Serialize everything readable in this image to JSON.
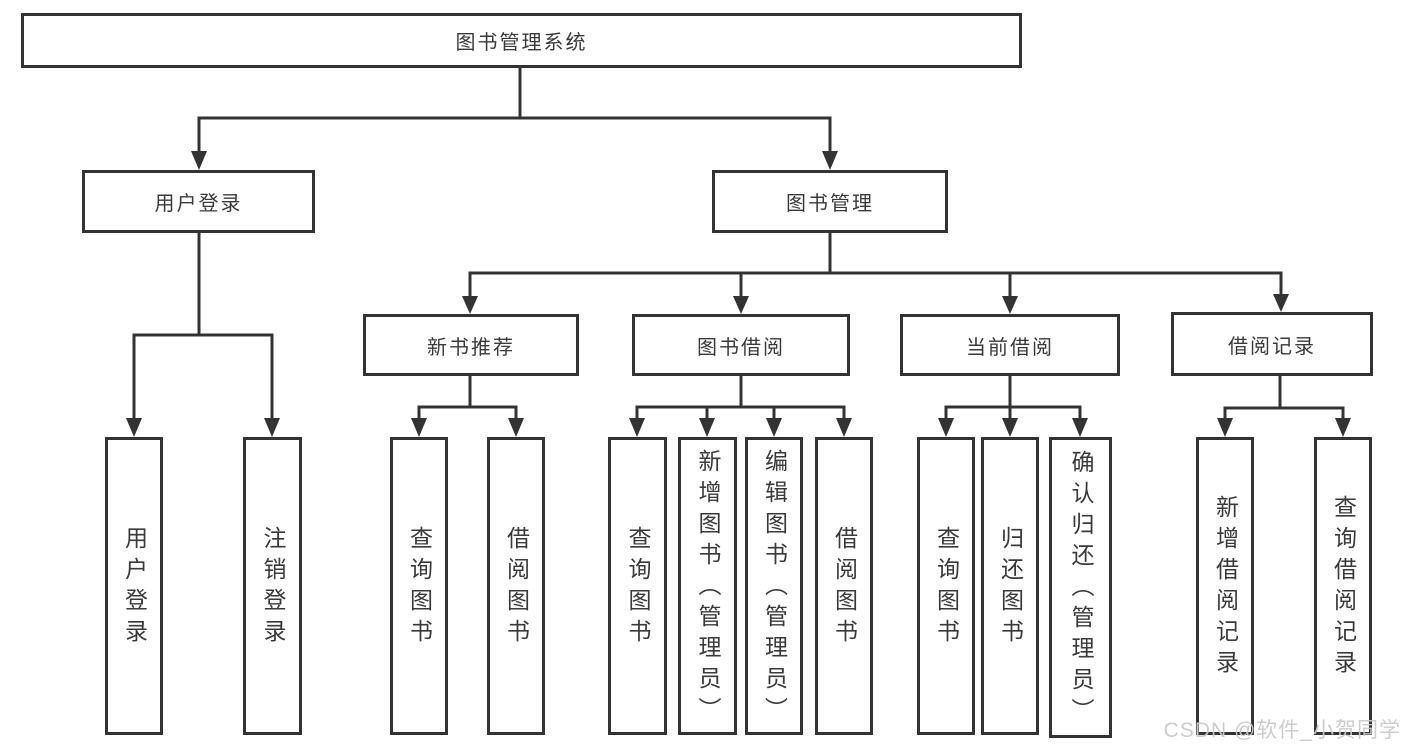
{
  "diagram": {
    "type": "hierarchy-tree",
    "title": "图书管理系统",
    "watermark": "CSDN @软件_小贺同学",
    "colors": {
      "line": "#333333",
      "border": "#333333",
      "text": "#3a3a3a",
      "background": "#ffffff",
      "watermark": "#c9c9c9"
    },
    "nodes": {
      "root": "图书管理系统",
      "user_login": "用户登录",
      "book_management": "图书管理",
      "new_book_recommend": "新书推荐",
      "book_borrowing": "图书借阅",
      "current_borrowing": "当前借阅",
      "borrowing_records": "借阅记录",
      "leaf_user_login": "用户登录",
      "leaf_logout": "注销登录",
      "leaf_query_book_a": "查询图书",
      "leaf_borrow_book_a": "借阅图书",
      "leaf_query_book_b": "查询图书",
      "leaf_add_book": "新增图书（管理员）",
      "leaf_edit_book": "编辑图书（管理员）",
      "leaf_borrow_book_b": "借阅图书",
      "leaf_query_book_c": "查询图书",
      "leaf_return_book": "归还图书",
      "leaf_confirm_return": "确认归还（管理员）",
      "leaf_add_record": "新增借阅记录",
      "leaf_query_record": "查询借阅记录"
    },
    "hierarchy": {
      "图书管理系统": {
        "用户登录": [
          "用户登录",
          "注销登录"
        ],
        "图书管理": {
          "新书推荐": [
            "查询图书",
            "借阅图书"
          ],
          "图书借阅": [
            "查询图书",
            "新增图书（管理员）",
            "编辑图书（管理员）",
            "借阅图书"
          ],
          "当前借阅": [
            "查询图书",
            "归还图书",
            "确认归还（管理员）"
          ],
          "借阅记录": [
            "新增借阅记录",
            "查询借阅记录"
          ]
        }
      }
    }
  }
}
